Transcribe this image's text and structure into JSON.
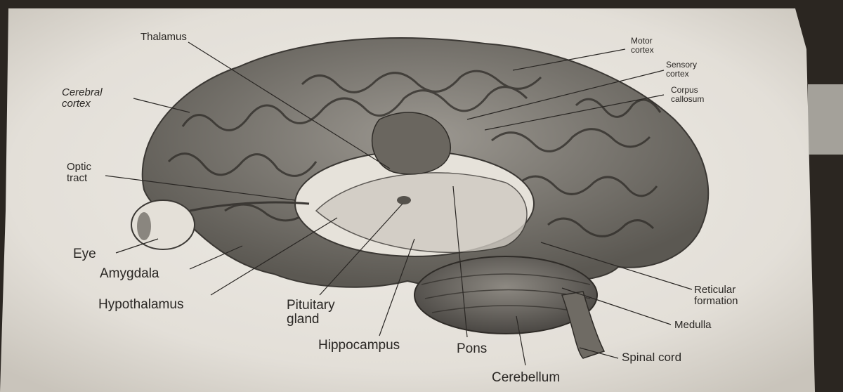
{
  "diagram": {
    "labels": {
      "thalamus": "Thalamus",
      "cerebral_cortex": [
        "Cerebral",
        "cortex"
      ],
      "optic_tract": [
        "Optic",
        "tract"
      ],
      "eye": "Eye",
      "amygdala": "Amygdala",
      "hypothalamus": "Hypothalamus",
      "pituitary_gland": [
        "Pituitary",
        "gland"
      ],
      "hippocampus": "Hippocampus",
      "pons": "Pons",
      "cerebellum": "Cerebellum",
      "spinal_cord": "Spinal cord",
      "medulla": "Medulla",
      "reticular_formation": [
        "Reticular",
        "formation"
      ],
      "corpus_callosum": [
        "Corpus",
        "callosum"
      ],
      "sensory_cortex": [
        "Sensory",
        "cortex"
      ],
      "motor_cortex": [
        "Motor",
        "cortex"
      ]
    }
  },
  "colors": {
    "paper": "#e7e3dc",
    "ink": "#2a2724",
    "background": "#2b2621"
  }
}
